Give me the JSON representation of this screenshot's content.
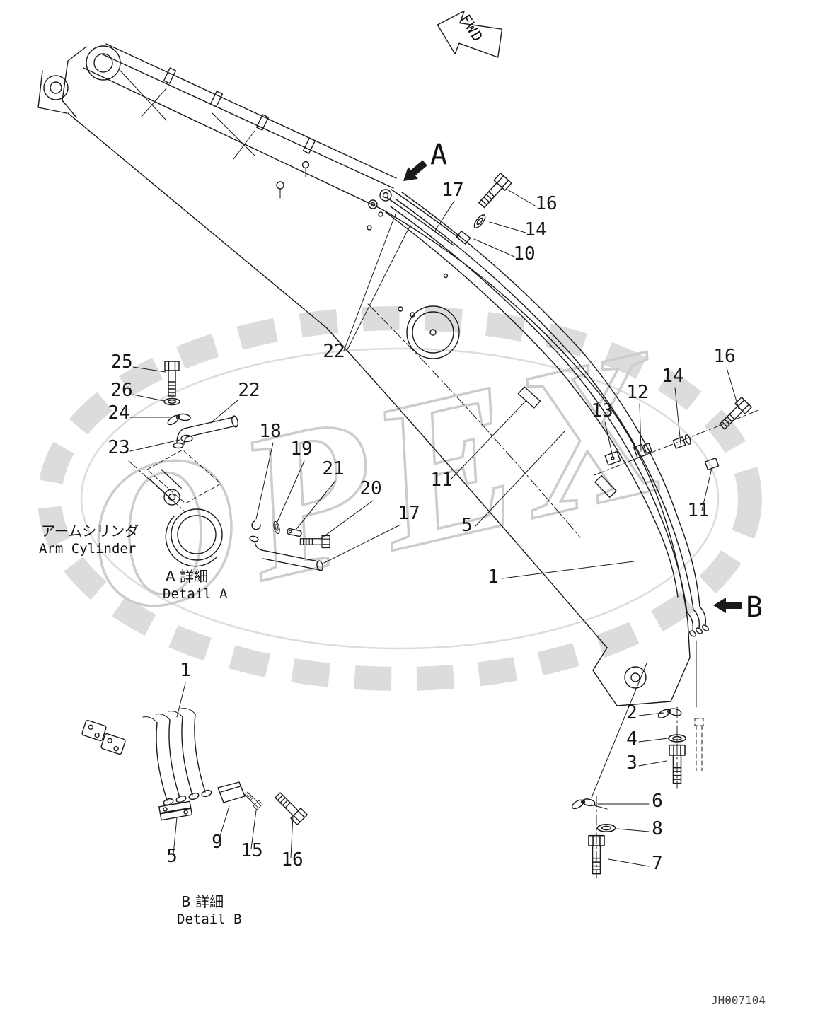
{
  "doc": {
    "fwd_label": "FWD",
    "section_a": "A",
    "section_b": "B",
    "watermark": "OPEX",
    "arm_cylinder_jp": "アームシリンダ",
    "arm_cylinder_en": "Arm Cylinder",
    "detail_a_jp": "A 詳細",
    "detail_a_en": "Detail A",
    "detail_b_jp": "B 詳細",
    "detail_b_en": "Detail B",
    "drawing_number": "JH007104"
  },
  "callouts": [
    {
      "id": "17-top",
      "text": "17"
    },
    {
      "id": "16-top",
      "text": "16"
    },
    {
      "id": "14-top",
      "text": "14"
    },
    {
      "id": "10",
      "text": "10"
    },
    {
      "id": "22-main",
      "text": "22"
    },
    {
      "id": "25",
      "text": "25"
    },
    {
      "id": "26",
      "text": "26"
    },
    {
      "id": "24",
      "text": "24"
    },
    {
      "id": "22-detail",
      "text": "22"
    },
    {
      "id": "23",
      "text": "23"
    },
    {
      "id": "18",
      "text": "18"
    },
    {
      "id": "19",
      "text": "19"
    },
    {
      "id": "21",
      "text": "21"
    },
    {
      "id": "20",
      "text": "20"
    },
    {
      "id": "17-detail",
      "text": "17"
    },
    {
      "id": "11-mid",
      "text": "11"
    },
    {
      "id": "5-mid",
      "text": "5"
    },
    {
      "id": "13",
      "text": "13"
    },
    {
      "id": "12",
      "text": "12"
    },
    {
      "id": "14-right",
      "text": "14"
    },
    {
      "id": "16-right",
      "text": "16"
    },
    {
      "id": "11-right",
      "text": "11"
    },
    {
      "id": "1-mid",
      "text": "1"
    },
    {
      "id": "2",
      "text": "2"
    },
    {
      "id": "4",
      "text": "4"
    },
    {
      "id": "3",
      "text": "3"
    },
    {
      "id": "6",
      "text": "6"
    },
    {
      "id": "8",
      "text": "8"
    },
    {
      "id": "7",
      "text": "7"
    },
    {
      "id": "1-detail-b",
      "text": "1"
    },
    {
      "id": "5-detail-b",
      "text": "5"
    },
    {
      "id": "9",
      "text": "9"
    },
    {
      "id": "15",
      "text": "15"
    },
    {
      "id": "16-detail-b",
      "text": "16"
    }
  ],
  "colors": {
    "ink": "#1a1a1a",
    "watermark": "#cccccc"
  }
}
